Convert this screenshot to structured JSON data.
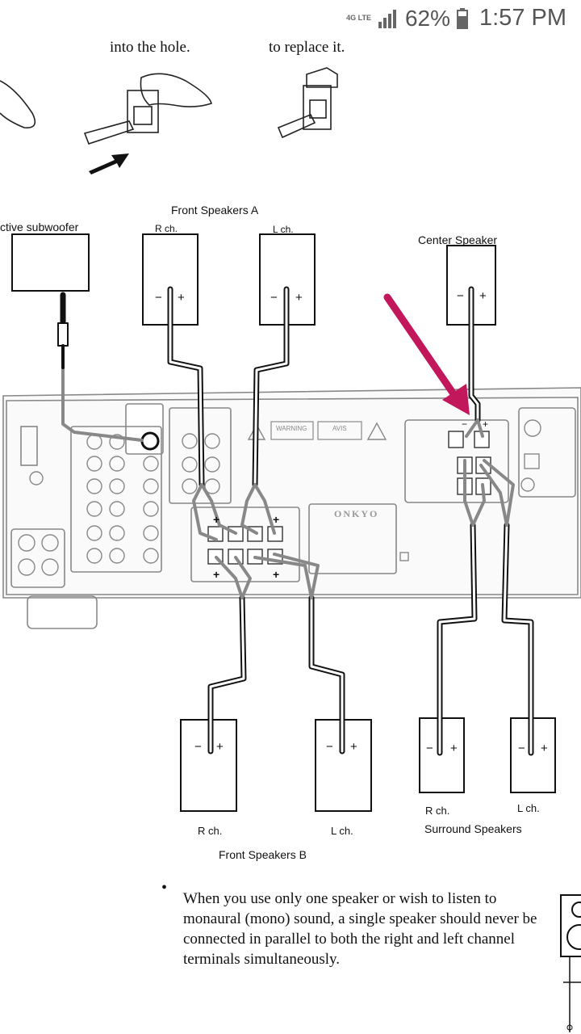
{
  "status_bar": {
    "network": "4G LTE",
    "battery_percent": "62%",
    "time": "1:57 PM"
  },
  "captions": {
    "into_hole": "into the hole.",
    "replace": "to replace it."
  },
  "labels": {
    "front_a": "Front Speakers A",
    "subwoofer": "ctive subwoofer",
    "front_a_r": "R ch.",
    "front_a_l": "L ch.",
    "center": "Center Speaker",
    "front_b": "Front Speakers B",
    "front_b_r": "R ch.",
    "front_b_l": "L ch.",
    "surround": "Surround Speakers",
    "surround_r": "R ch.",
    "surround_l": "L ch.",
    "minus": "−",
    "plus": "+"
  },
  "receiver": {
    "brand": "ONKYO",
    "warning": "WARNING",
    "avis": "AVIS"
  },
  "note": "When you use only one speaker or wish to listen to monaural (mono) sound, a single speaker should never be connected in parallel to both the right and left channel terminals simultaneously.",
  "colors": {
    "arrow": "#c2185b",
    "line": "#111111",
    "panel": "#888888"
  }
}
